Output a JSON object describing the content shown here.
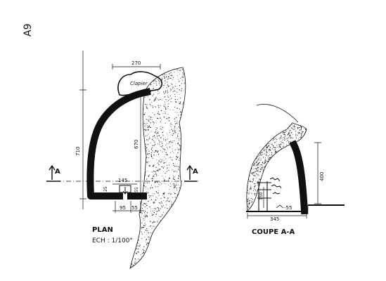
{
  "sheet_id": "A9",
  "plan": {
    "title": "PLAN",
    "scale": "ECH : 1/100°",
    "label_clapier": "Clapier",
    "dim_width_top": "270",
    "dim_height_left": "710",
    "dim_height_inner": "670",
    "dim_opening": "145",
    "dim_side_small": "55",
    "dim_bottom_left": "95",
    "dim_bottom_right": "55",
    "dim_wall": "25",
    "section_mark_left": "A",
    "section_mark_right": "A"
  },
  "section": {
    "title": "COUPE A-A",
    "dim_height": "400",
    "dim_inner": "150",
    "dim_base": "345",
    "dim_floor": "-55"
  },
  "colors": {
    "ink": "#111111",
    "paper": "#ffffff"
  }
}
